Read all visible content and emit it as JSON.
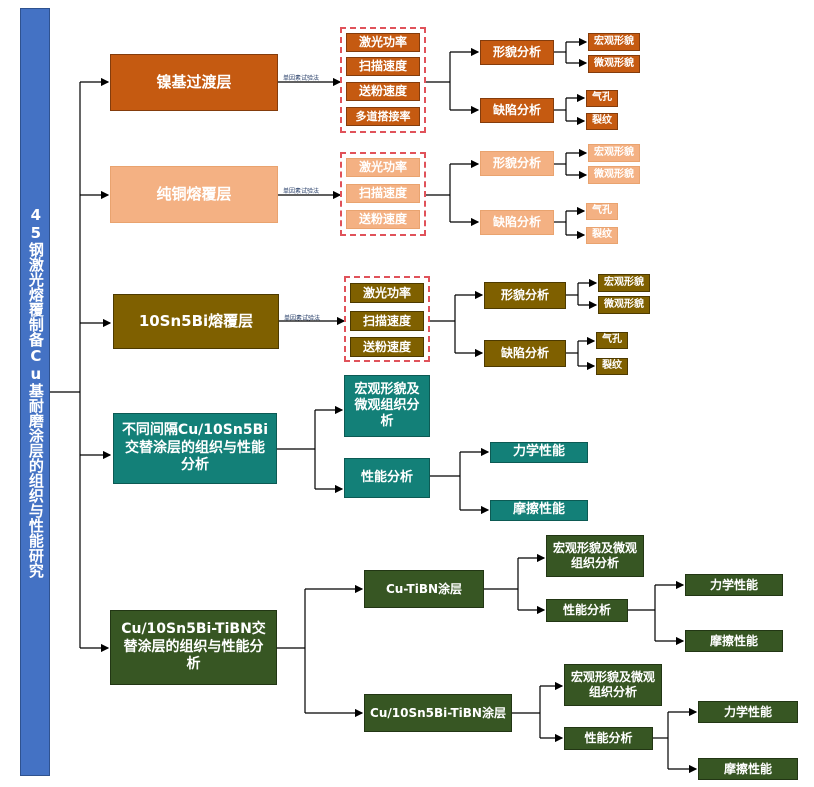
{
  "root": {
    "label": "45钢激光熔覆制备Cu基耐磨涂层的组织与性能研究"
  },
  "method_label": "单因素试验法",
  "branch1": {
    "title": "镍基过渡层",
    "params": [
      "激光功率",
      "扫描速度",
      "送粉速度",
      "多道搭接率"
    ],
    "morph": {
      "label": "形貌分析",
      "items": [
        "宏观形貌",
        "微观形貌"
      ]
    },
    "defect": {
      "label": "缺陷分析",
      "items": [
        "气孔",
        "裂纹"
      ]
    }
  },
  "branch2": {
    "title": "纯铜熔覆层",
    "params": [
      "激光功率",
      "扫描速度",
      "送粉速度"
    ],
    "morph": {
      "label": "形貌分析",
      "items": [
        "宏观形貌",
        "微观形貌"
      ]
    },
    "defect": {
      "label": "缺陷分析",
      "items": [
        "气孔",
        "裂纹"
      ]
    }
  },
  "branch3": {
    "title": "10Sn5Bi熔覆层",
    "params": [
      "激光功率",
      "扫描速度",
      "送粉速度"
    ],
    "morph": {
      "label": "形貌分析",
      "items": [
        "宏观形貌",
        "微观形貌"
      ]
    },
    "defect": {
      "label": "缺陷分析",
      "items": [
        "气孔",
        "裂纹"
      ]
    }
  },
  "branch4": {
    "title": "不同间隔Cu/10Sn5Bi交替涂层的组织与性能分析",
    "structure": "宏观形貌及微观组织分析",
    "performance": {
      "label": "性能分析",
      "items": [
        "力学性能",
        "摩擦性能"
      ]
    }
  },
  "branch5": {
    "title": "Cu/10Sn5Bi-TiBN交替涂层的组织与性能分析",
    "sub1": {
      "title": "Cu-TiBN涂层",
      "structure": "宏观形貌及微观组织分析",
      "performance": {
        "label": "性能分析",
        "items": [
          "力学性能",
          "摩擦性能"
        ]
      }
    },
    "sub2": {
      "title": "Cu/10Sn5Bi-TiBN涂层",
      "structure": "宏观形貌及微观组织分析",
      "performance": {
        "label": "性能分析",
        "items": [
          "力学性能",
          "摩擦性能"
        ]
      }
    }
  }
}
